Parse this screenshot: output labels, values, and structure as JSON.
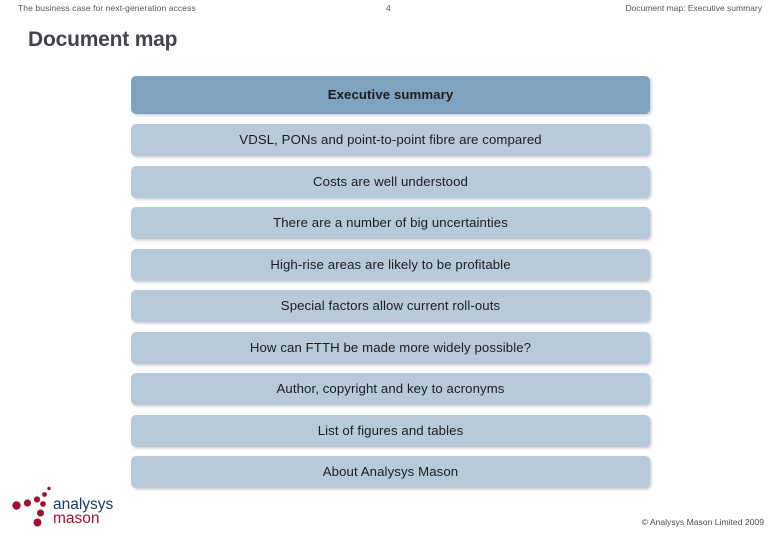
{
  "header": {
    "left": "The business case for next-generation access",
    "page_number": "4",
    "right": "Document map: Executive summary"
  },
  "slide": {
    "title": "Document map"
  },
  "document_map": {
    "items": [
      {
        "label": "Executive summary",
        "state": "active"
      },
      {
        "label": "VDSL, PONs and point-to-point fibre are compared",
        "state": "inactive"
      },
      {
        "label": "Costs are well understood",
        "state": "inactive"
      },
      {
        "label": "There are a number of big uncertainties",
        "state": "inactive"
      },
      {
        "label": "High-rise areas are likely to be profitable",
        "state": "inactive"
      },
      {
        "label": "Special factors allow current roll-outs",
        "state": "inactive"
      },
      {
        "label": "How can FTTH be made more widely possible?",
        "state": "inactive"
      },
      {
        "label": "Author, copyright and key to acronyms",
        "state": "inactive"
      },
      {
        "label": "List of figures and tables",
        "state": "inactive"
      },
      {
        "label": "About Analysys Mason",
        "state": "inactive"
      }
    ]
  },
  "logo": {
    "line1": "analysys",
    "line2": "mason"
  },
  "footer": {
    "copyright": "© Analysys Mason Limited 2009"
  },
  "colors": {
    "bar_active": "#7fa3bf",
    "bar_inactive": "#b8c9d9",
    "title_text": "#44444e",
    "header_text": "#55555f",
    "logo_blue": "#1b3a66",
    "logo_red": "#9c1232"
  }
}
